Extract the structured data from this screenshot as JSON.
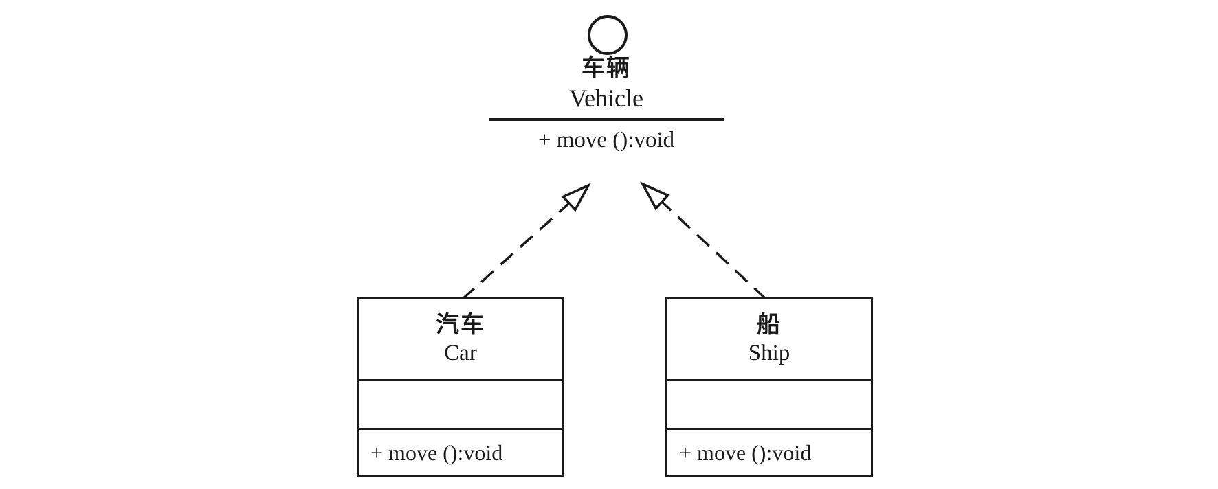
{
  "diagram": {
    "kind": "uml-class-diagram",
    "colors": {
      "ink": "#1a1a1a",
      "background": "#ffffff"
    },
    "interface": {
      "notation": "lollipop-circle",
      "name_cn": "车辆",
      "name_en": "Vehicle",
      "methods": [
        "+ move ():void"
      ]
    },
    "classes": [
      {
        "id": "car",
        "name_cn": "汽车",
        "name_en": "Car",
        "attributes": [],
        "methods": [
          "+ move ():void"
        ]
      },
      {
        "id": "ship",
        "name_cn": "船",
        "name_en": "Ship",
        "attributes": [],
        "methods": [
          "+ move ():void"
        ]
      }
    ],
    "relationships": [
      {
        "from": "Car",
        "to": "Vehicle",
        "type": "realization",
        "style": "dashed-open-arrow"
      },
      {
        "from": "Ship",
        "to": "Vehicle",
        "type": "realization",
        "style": "dashed-open-arrow"
      }
    ]
  }
}
